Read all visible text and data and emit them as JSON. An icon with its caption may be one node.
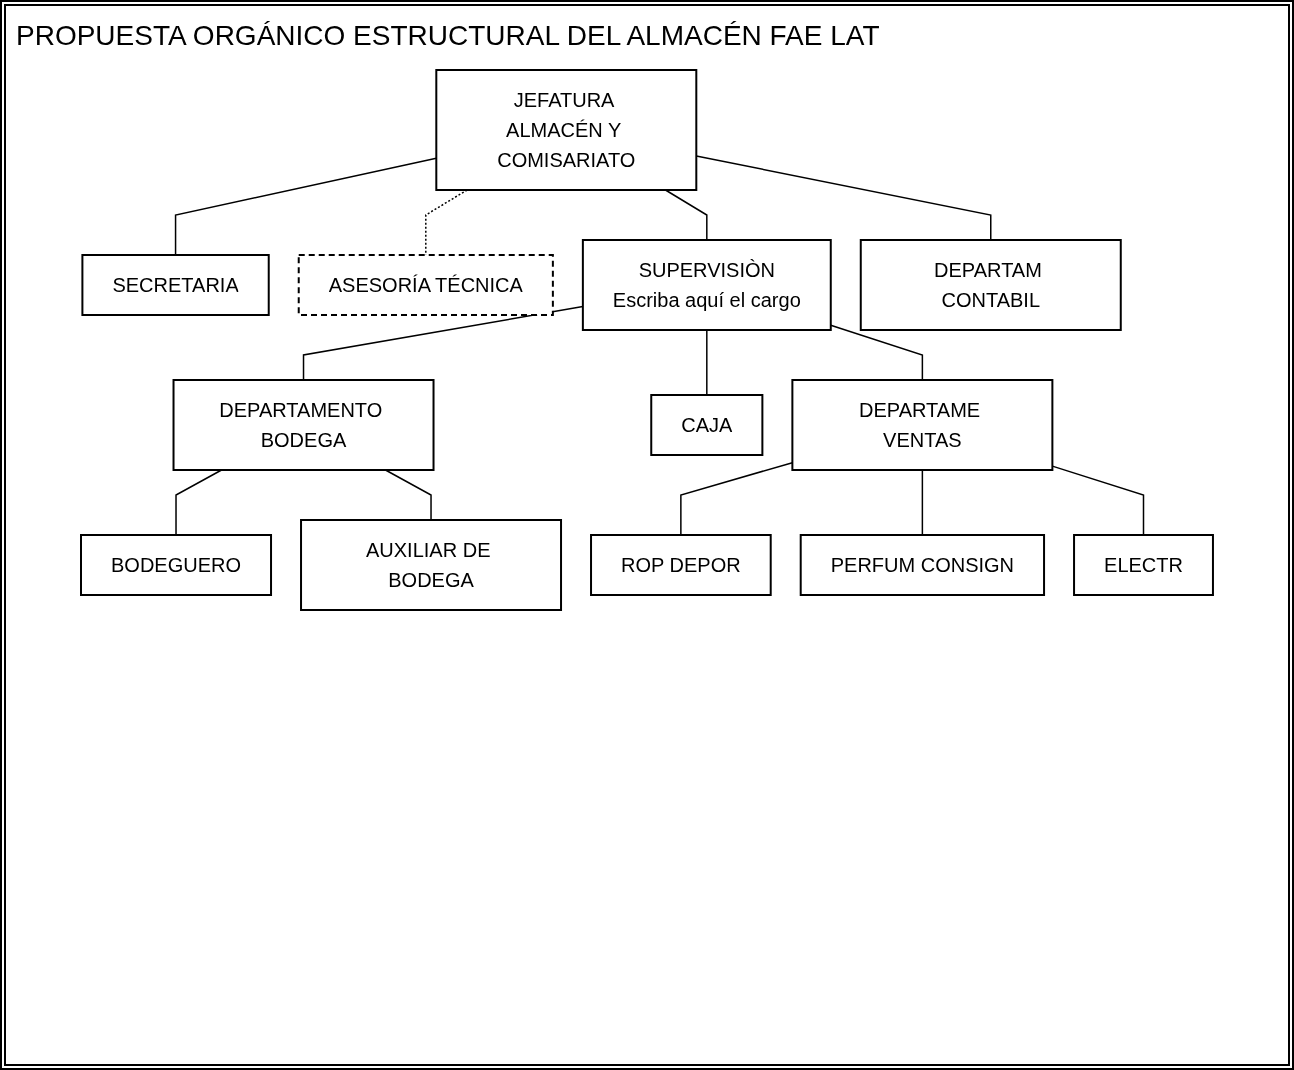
{
  "diagram": {
    "title": "PROPUESTA ORGÁNICO ESTRUCTURAL DEL ALMACÉN FAE LAT",
    "nodes": [
      {
        "text": [
          "JEFATURA ALMACÉN Y COMISARIATO"
        ]
      },
      {
        "text": [
          "SECRETARIA"
        ]
      },
      {
        "text": [
          "ASESORÍA TÉCNICA"
        ]
      },
      {
        "text": [
          "SUPERVISIÒN",
          "Escriba aquí el cargo"
        ]
      },
      {
        "text": [
          "DEPARTAM CONTABIL"
        ]
      },
      {
        "text": [
          "DEPARTAMENTO BODEGA"
        ]
      },
      {
        "text": [
          "CAJA"
        ]
      },
      {
        "text": [
          "DEPARTAME VENTAS"
        ]
      },
      {
        "text": [
          "BODEGUERO"
        ]
      },
      {
        "text": [
          "AUXILIAR DE BODEGA"
        ]
      },
      {
        "text": [
          "ROP DEPOR"
        ]
      },
      {
        "text": [
          "PERFUM CONSIGN"
        ]
      },
      {
        "text": [
          "ELECTR"
        ]
      }
    ],
    "edges": [
      {
        "from": 0,
        "to": 1,
        "arrow": "none"
      },
      {
        "from": 0,
        "to": 2,
        "arrow": "none",
        "style": "dashed"
      },
      {
        "from": 0,
        "to": 3,
        "arrow": "none"
      },
      {
        "from": 0,
        "to": 4,
        "arrow": "none"
      },
      {
        "from": 3,
        "to": 5,
        "arrow": "none"
      },
      {
        "from": 3,
        "to": 6,
        "arrow": "none"
      },
      {
        "from": 3,
        "to": 7,
        "arrow": "none"
      },
      {
        "from": 5,
        "to": 8,
        "arrow": "none"
      },
      {
        "from": 5,
        "to": 9,
        "arrow": "none"
      },
      {
        "from": 7,
        "to": 10,
        "arrow": "none"
      },
      {
        "from": 7,
        "to": 11,
        "arrow": "none"
      },
      {
        "from": 7,
        "to": 12,
        "arrow": "none"
      }
    ]
  }
}
